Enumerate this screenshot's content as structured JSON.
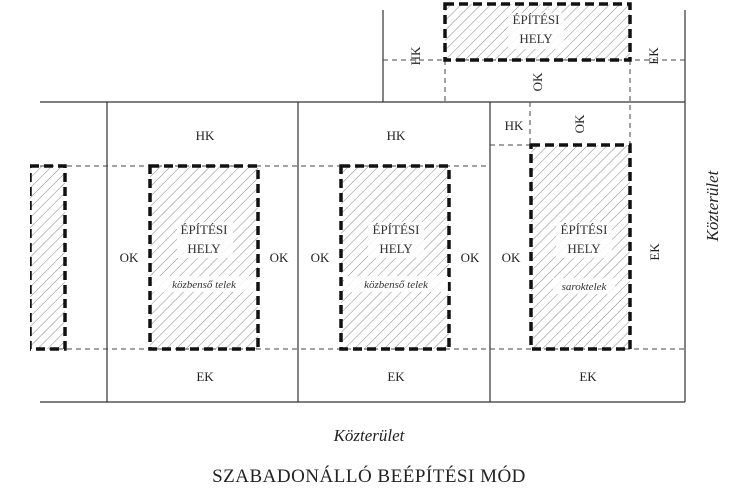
{
  "labels": {
    "hk": "HK",
    "ok": "OK",
    "ek": "EK",
    "zone_line1": "ÉPÍTÉSI",
    "zone_line2": "HELY",
    "interior_lot": "közbenső telek",
    "corner_lot": "saroktelek",
    "street": "Közterület"
  },
  "title": "SZABADONÁLLÓ BEÉPÍTÉSI MÓD"
}
